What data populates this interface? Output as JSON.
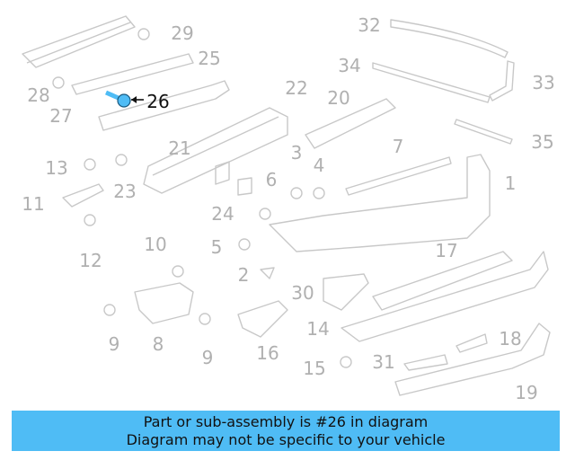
{
  "highlight_part": "26",
  "highlight_color": "#4fbcf5",
  "labels": [
    "32",
    "29",
    "25",
    "34",
    "33",
    "28",
    "26",
    "27",
    "20",
    "22",
    "21",
    "35",
    "3",
    "7",
    "4",
    "1",
    "13",
    "23",
    "11",
    "6",
    "24",
    "12",
    "10",
    "5",
    "17",
    "2",
    "30",
    "14",
    "18",
    "9",
    "8",
    "9",
    "16",
    "15",
    "31",
    "19"
  ],
  "banner": {
    "line1": "Part or sub-assembly is #26 in diagram",
    "line2": "Diagram may not be specific to your vehicle"
  }
}
